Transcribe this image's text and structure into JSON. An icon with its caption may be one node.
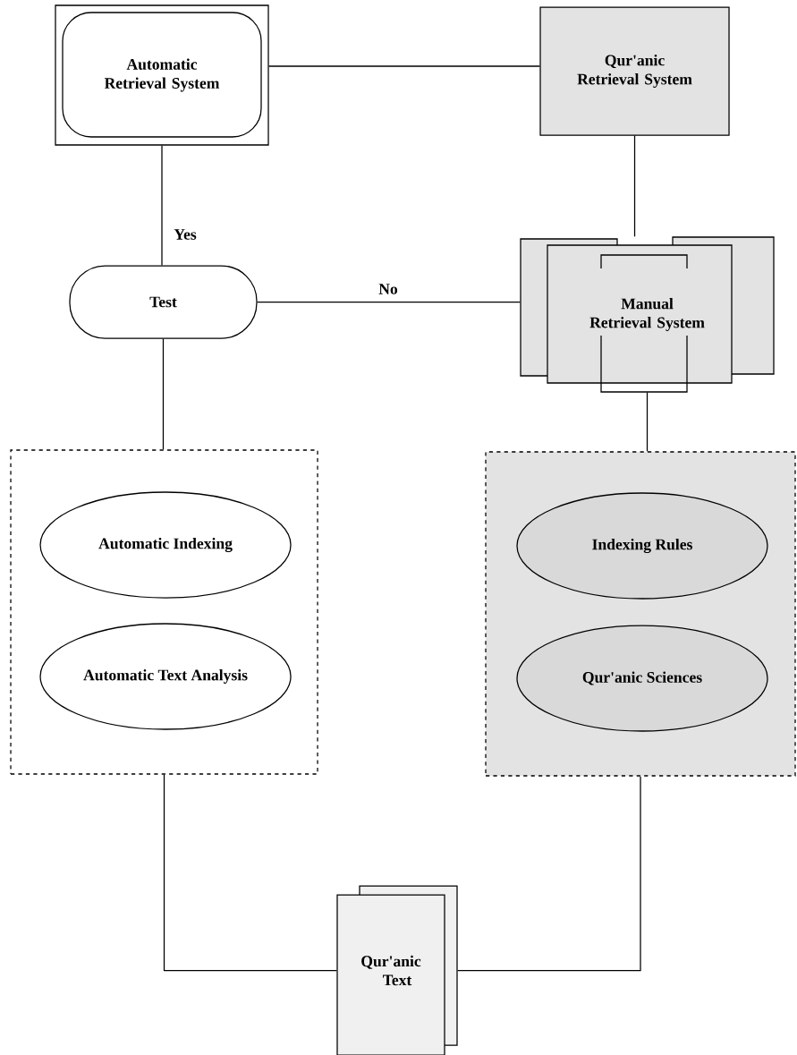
{
  "diagram": {
    "nodes": [
      {
        "text": [
          "Automatic Retrieval System"
        ]
      },
      {
        "text": [
          "Qur'anic Retrieval System"
        ]
      },
      {
        "text": [
          "Test"
        ]
      },
      {
        "text": [
          "Manual Retrieval System"
        ]
      },
      {
        "text": [],
        "shape": "box"
      },
      {
        "text": [
          "Automatic Indexing"
        ],
        "in": 4
      },
      {
        "text": [
          "Automatic Text Analysis"
        ],
        "in": 4
      },
      {
        "text": [],
        "shape": "box"
      },
      {
        "text": [
          "Indexing Rules"
        ],
        "in": 7
      },
      {
        "text": [
          "Qur'anic Sciences"
        ],
        "in": 7
      },
      {
        "text": [
          "Qur'anic Text"
        ]
      }
    ],
    "edges": [
      {
        "from": 0,
        "to": 1,
        "arrow": "none"
      },
      {
        "from": 0,
        "to": 2,
        "arrow": "none",
        "label": "Yes"
      },
      {
        "from": 2,
        "to": 3,
        "arrow": "none",
        "label": "No"
      },
      {
        "from": 1,
        "to": 3,
        "arrow": "none"
      },
      {
        "from": 2,
        "to": 4,
        "arrow": "none"
      },
      {
        "from": 3,
        "to": 7,
        "arrow": "none"
      },
      {
        "from": 4,
        "to": 10,
        "arrow": "none"
      },
      {
        "from": 7,
        "to": 10,
        "arrow": "none"
      }
    ]
  }
}
